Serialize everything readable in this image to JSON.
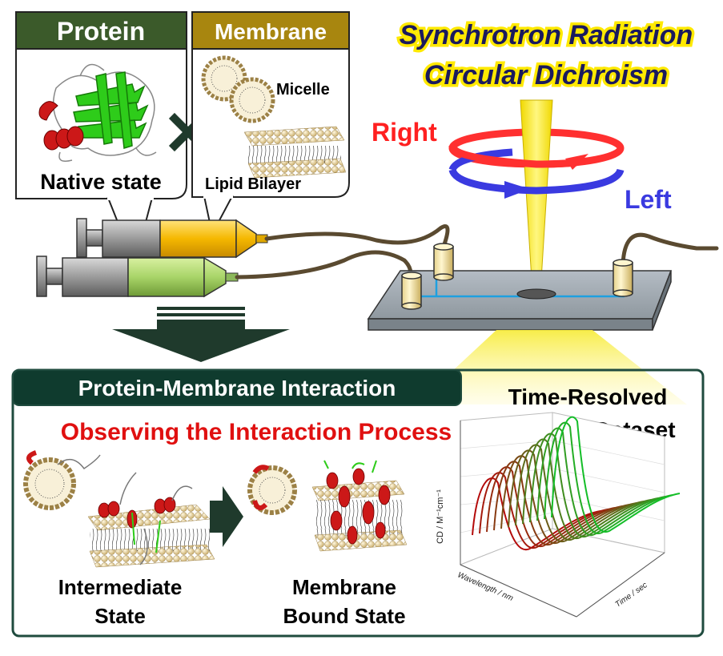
{
  "header": {
    "title_line1": "Synchrotron Radiation",
    "title_line2": "Circular Dichroism"
  },
  "protein_box": {
    "title": "Protein",
    "caption": "Native state"
  },
  "membrane_box": {
    "title": "Membrane",
    "micelle_label": "Micelle",
    "bilayer_label": "Lipid Bilayer"
  },
  "polarization": {
    "right_label": "Right",
    "left_label": "Left"
  },
  "interaction_panel": {
    "title": "Protein-Membrane Interaction",
    "subtitle": "Observing the Interaction Process",
    "intermediate_line1": "Intermediate",
    "intermediate_line2": "State",
    "bound_line1": "Membrane",
    "bound_line2": "Bound State",
    "dataset_line1": "Time-Resolved",
    "dataset_line2": "Dataset"
  },
  "plot3d": {
    "z_axis_label": "CD / M⁻¹cm⁻¹",
    "x_axis_label": "Wavelength / nm",
    "y_axis_label": "Time / sec"
  },
  "colors": {
    "protein_header": "#3b5a2a",
    "membrane_header": "#a8860f",
    "panel_header": "#0f3b2e",
    "panel_border": "#1f4b3e",
    "beam": "#f5e400",
    "right_ring": "#ff3030",
    "left_ring": "#3a3ae0",
    "title_text": "#1a1a5e",
    "subtitle_text": "#e01010"
  }
}
